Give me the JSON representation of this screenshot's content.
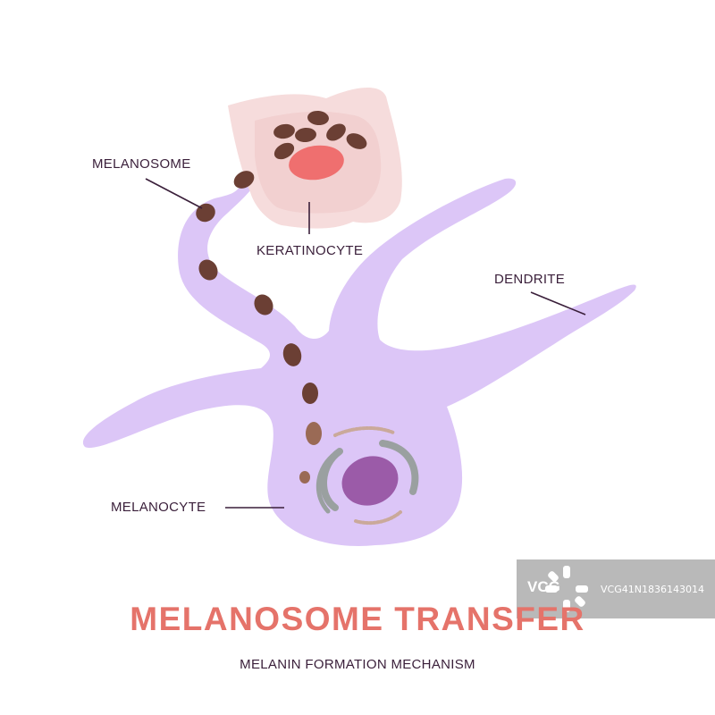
{
  "labels": {
    "melanosome": "MELANOSOME",
    "keratinocyte": "KERATINOCYTE",
    "dendrite": "DENDRITE",
    "melanocyte": "MELANOCYTE"
  },
  "title": "MELANOSOME TRANSFER",
  "subtitle": "MELANIN FORMATION MECHANISM",
  "watermark": {
    "logo": "VCG",
    "id": "VCG41N1836143014"
  },
  "colors": {
    "text": "#3a1f3a",
    "title": "#e5736a",
    "melanocyte": "#dcc6f7",
    "keratinocyte_outer": "#f6dcdc",
    "keratinocyte_inner": "#f2d0d0",
    "keratinocyte_nucleus": "#ef6f6f",
    "melanosome": "#6b3f34",
    "melanosome_light": "#9a6a55",
    "nucleus": "#9b5ba8",
    "golgi": "#9aa0a0"
  }
}
